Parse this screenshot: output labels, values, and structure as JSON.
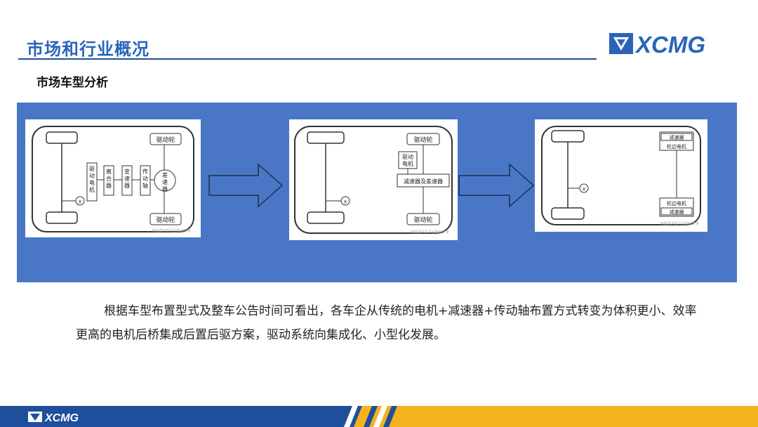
{
  "header": {
    "title": "市场和行业概况",
    "brand": "XCMG"
  },
  "subtitle": "市场车型分析",
  "diagrams": {
    "d1": {
      "drive_wheel_top": "驱动轮",
      "drive_wheel_bottom": "驱动轮",
      "motor": "驱动电机",
      "clutch": "离合器",
      "gearbox": "变速器",
      "shaft": "传动轴",
      "differential": "差速器",
      "watermark": "新能源汽车行业知识专家"
    },
    "d2": {
      "drive_wheel_top": "驱动轮",
      "drive_wheel_bottom": "驱动轮",
      "motor": "驱动电机",
      "reducer_diff": "减速器及差速器",
      "watermark": "新能源汽车行业知识专家"
    },
    "d3": {
      "reducer_top": "减速器",
      "hub_motor_top": "轮边电机",
      "hub_motor_bottom": "轮边电机",
      "reducer_bottom": "减速器",
      "watermark": "新能源汽车行业知识专家"
    }
  },
  "body": "根据车型布置型式及整车公告时间可看出，各车企从传统的电机+减速器+传动轴布置方式转变为体积更小、效率更高的电机后桥集成后置后驱方案，驱动系统向集成化、小型化发展。",
  "footer": {
    "brand": "XCMG"
  },
  "colors": {
    "title": "#2a64b8",
    "panel": "#4a77c5",
    "footer_blue": "#1f4f9c",
    "footer_yellow": "#f2b31c"
  }
}
